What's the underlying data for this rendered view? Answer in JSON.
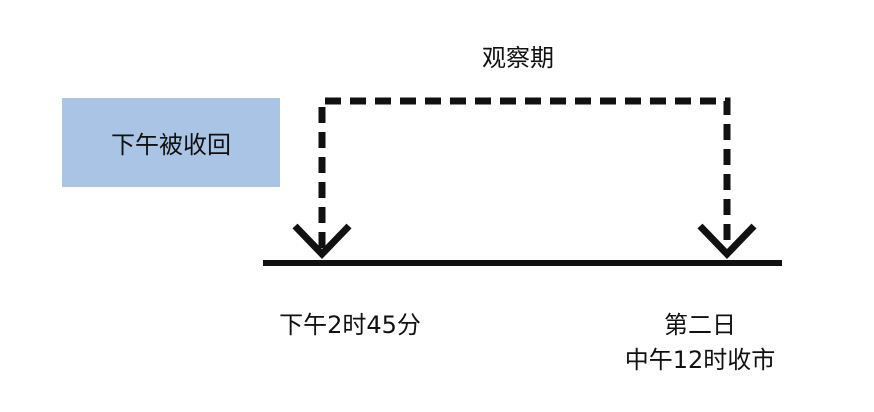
{
  "box_label": "下午被收回",
  "period_label": "观察期",
  "start_label": "下午2时45分",
  "end_label_line1": "第二日",
  "end_label_line2": "中午12时收市",
  "colors": {
    "box": "#a9c4e4",
    "line": "#111111"
  }
}
